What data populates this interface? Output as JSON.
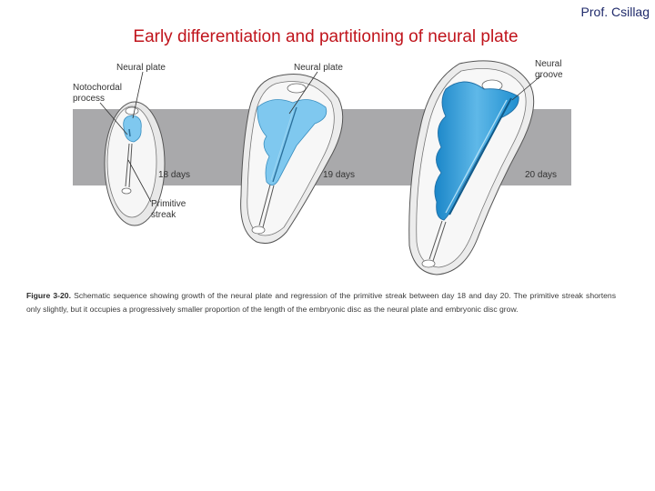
{
  "header": {
    "title": "Early differentiation and partitioning of neural plate",
    "author": "Prof. Csillag"
  },
  "figure": {
    "labels": {
      "neural_plate_left": "Neural plate",
      "neural_plate_mid": "Neural plate",
      "notochordal_process_1": "Notochordal",
      "notochordal_process_2": "process",
      "neural_groove_1": "Neural",
      "neural_groove_2": "groove",
      "primitive_streak_1": "Primitive",
      "primitive_streak_2": "streak",
      "day_18": "18 days",
      "day_19": "19 days",
      "day_20": "20 days"
    },
    "colors": {
      "band": "#a9a9ab",
      "plate_light": "#7fc8ef",
      "plate_dark": "#1f8fd0",
      "disc_fill": "#f4f4f4"
    }
  },
  "caption": {
    "figure_label": "Figure 3-20.",
    "text": "Schematic sequence showing growth of the neural plate and regression of the primitive streak between day 18 and day 20. The primitive streak shortens only slightly, but it occupies a progressively smaller proportion of the length of the embryonic disc as the neural plate and embryonic disc grow."
  }
}
